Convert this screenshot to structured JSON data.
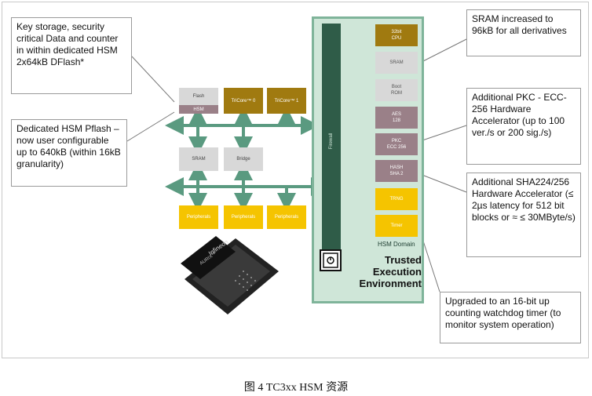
{
  "callouts": {
    "key_storage": "Key storage, security critical Data and counter in within dedicated HSM 2x64kB DFlash*",
    "pflash": "Dedicated HSM Pflash – now user configurable up to 640kB (within 16kB granularity)",
    "sram": "SRAM increased to 96kB for all derivatives",
    "pkc": "Additional PKC - ECC-256 Hardware Accelerator (up to 100 ver./s or 200 sig./s)",
    "sha": "Additional SHA224/256 Hardware Accelerator (≤ 2µs latency for 512 bit blocks or ≈ ≤ 30MByte/s)",
    "timer": "Upgraded to an 16-bit up counting watchdog timer (to monitor system operation)"
  },
  "system_blocks": {
    "flash": "Flash",
    "hsm": "HSM",
    "tricore0": "TriCore™ 0",
    "tricore1": "TriCore™ 1",
    "sram": "SRAM",
    "bridge": "Bridge",
    "periph1": "Peripherals",
    "periph2": "Peripherals",
    "periph3": "Peripherals"
  },
  "hsm_blocks": {
    "cpu": "32bit\nCPU",
    "sram": "SRAM",
    "boot_rom": "Boot\nROM",
    "aes": "AES\n128",
    "pkc": "PKC\nECC 256",
    "hash": "HASH\nSHA 2",
    "trng": "TRNG",
    "timer": "Timer"
  },
  "firewall": "Firewall",
  "hsm_domain": "HSM Domain",
  "trusted": "Trusted\nExecution\nEnvironment",
  "chip": {
    "brand": "Infineon",
    "model": "AURIX™"
  },
  "caption": "图 4 TC3xx HSM 资源",
  "colors": {
    "green_arrow": "#5a9a80",
    "hsm_bg": "#cfe6d8",
    "brown": "#a07a10",
    "mauve": "#9a8088",
    "yellow": "#f5c400"
  }
}
